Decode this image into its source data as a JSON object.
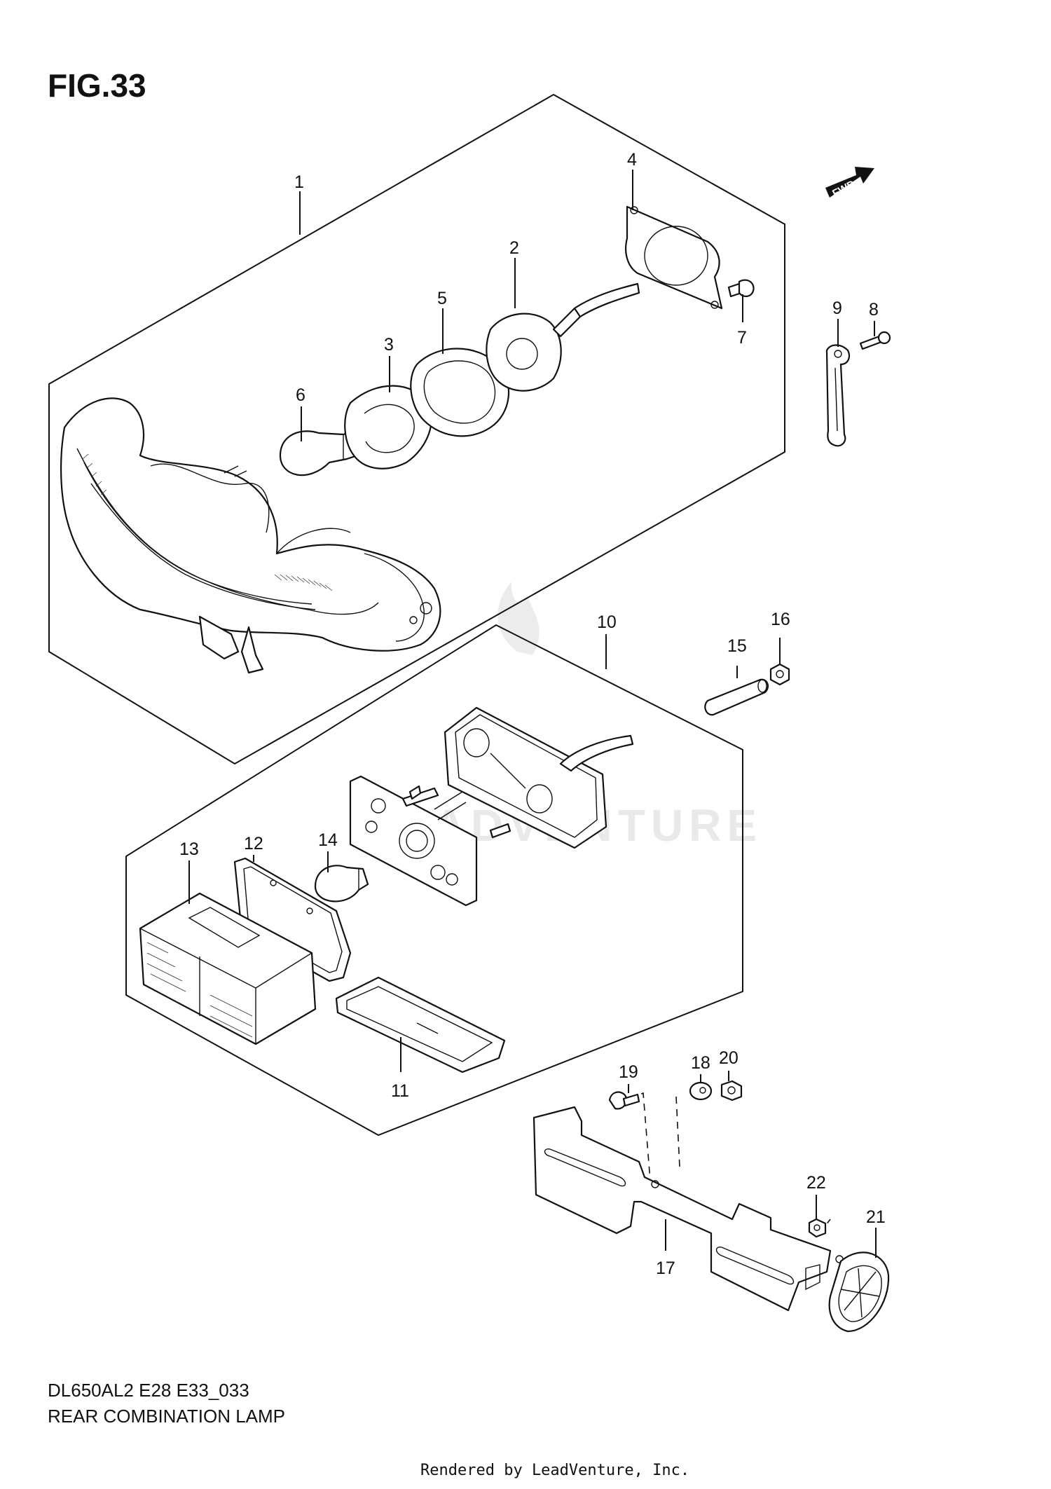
{
  "figure": {
    "title": "FIG.33",
    "fwd_label": "FWD",
    "model_code": "DL650AL2  E28  E33_033",
    "assembly_name": "REAR COMBINATION LAMP",
    "credit": "Rendered by LeadVenture, Inc.",
    "watermark": "LEADVENTURE"
  },
  "callouts": [
    {
      "id": "c1",
      "label": "1"
    },
    {
      "id": "c2",
      "label": "2"
    },
    {
      "id": "c3",
      "label": "3"
    },
    {
      "id": "c4",
      "label": "4"
    },
    {
      "id": "c5",
      "label": "5"
    },
    {
      "id": "c6",
      "label": "6"
    },
    {
      "id": "c7",
      "label": "7"
    },
    {
      "id": "c8",
      "label": "8"
    },
    {
      "id": "c9",
      "label": "9"
    },
    {
      "id": "c10",
      "label": "10"
    },
    {
      "id": "c11",
      "label": "11"
    },
    {
      "id": "c12",
      "label": "12"
    },
    {
      "id": "c13",
      "label": "13"
    },
    {
      "id": "c14",
      "label": "14"
    },
    {
      "id": "c15",
      "label": "15"
    },
    {
      "id": "c16",
      "label": "16"
    },
    {
      "id": "c17",
      "label": "17"
    },
    {
      "id": "c18",
      "label": "18"
    },
    {
      "id": "c19",
      "label": "19"
    },
    {
      "id": "c20",
      "label": "20"
    },
    {
      "id": "c21",
      "label": "21"
    },
    {
      "id": "c22",
      "label": "22"
    }
  ]
}
